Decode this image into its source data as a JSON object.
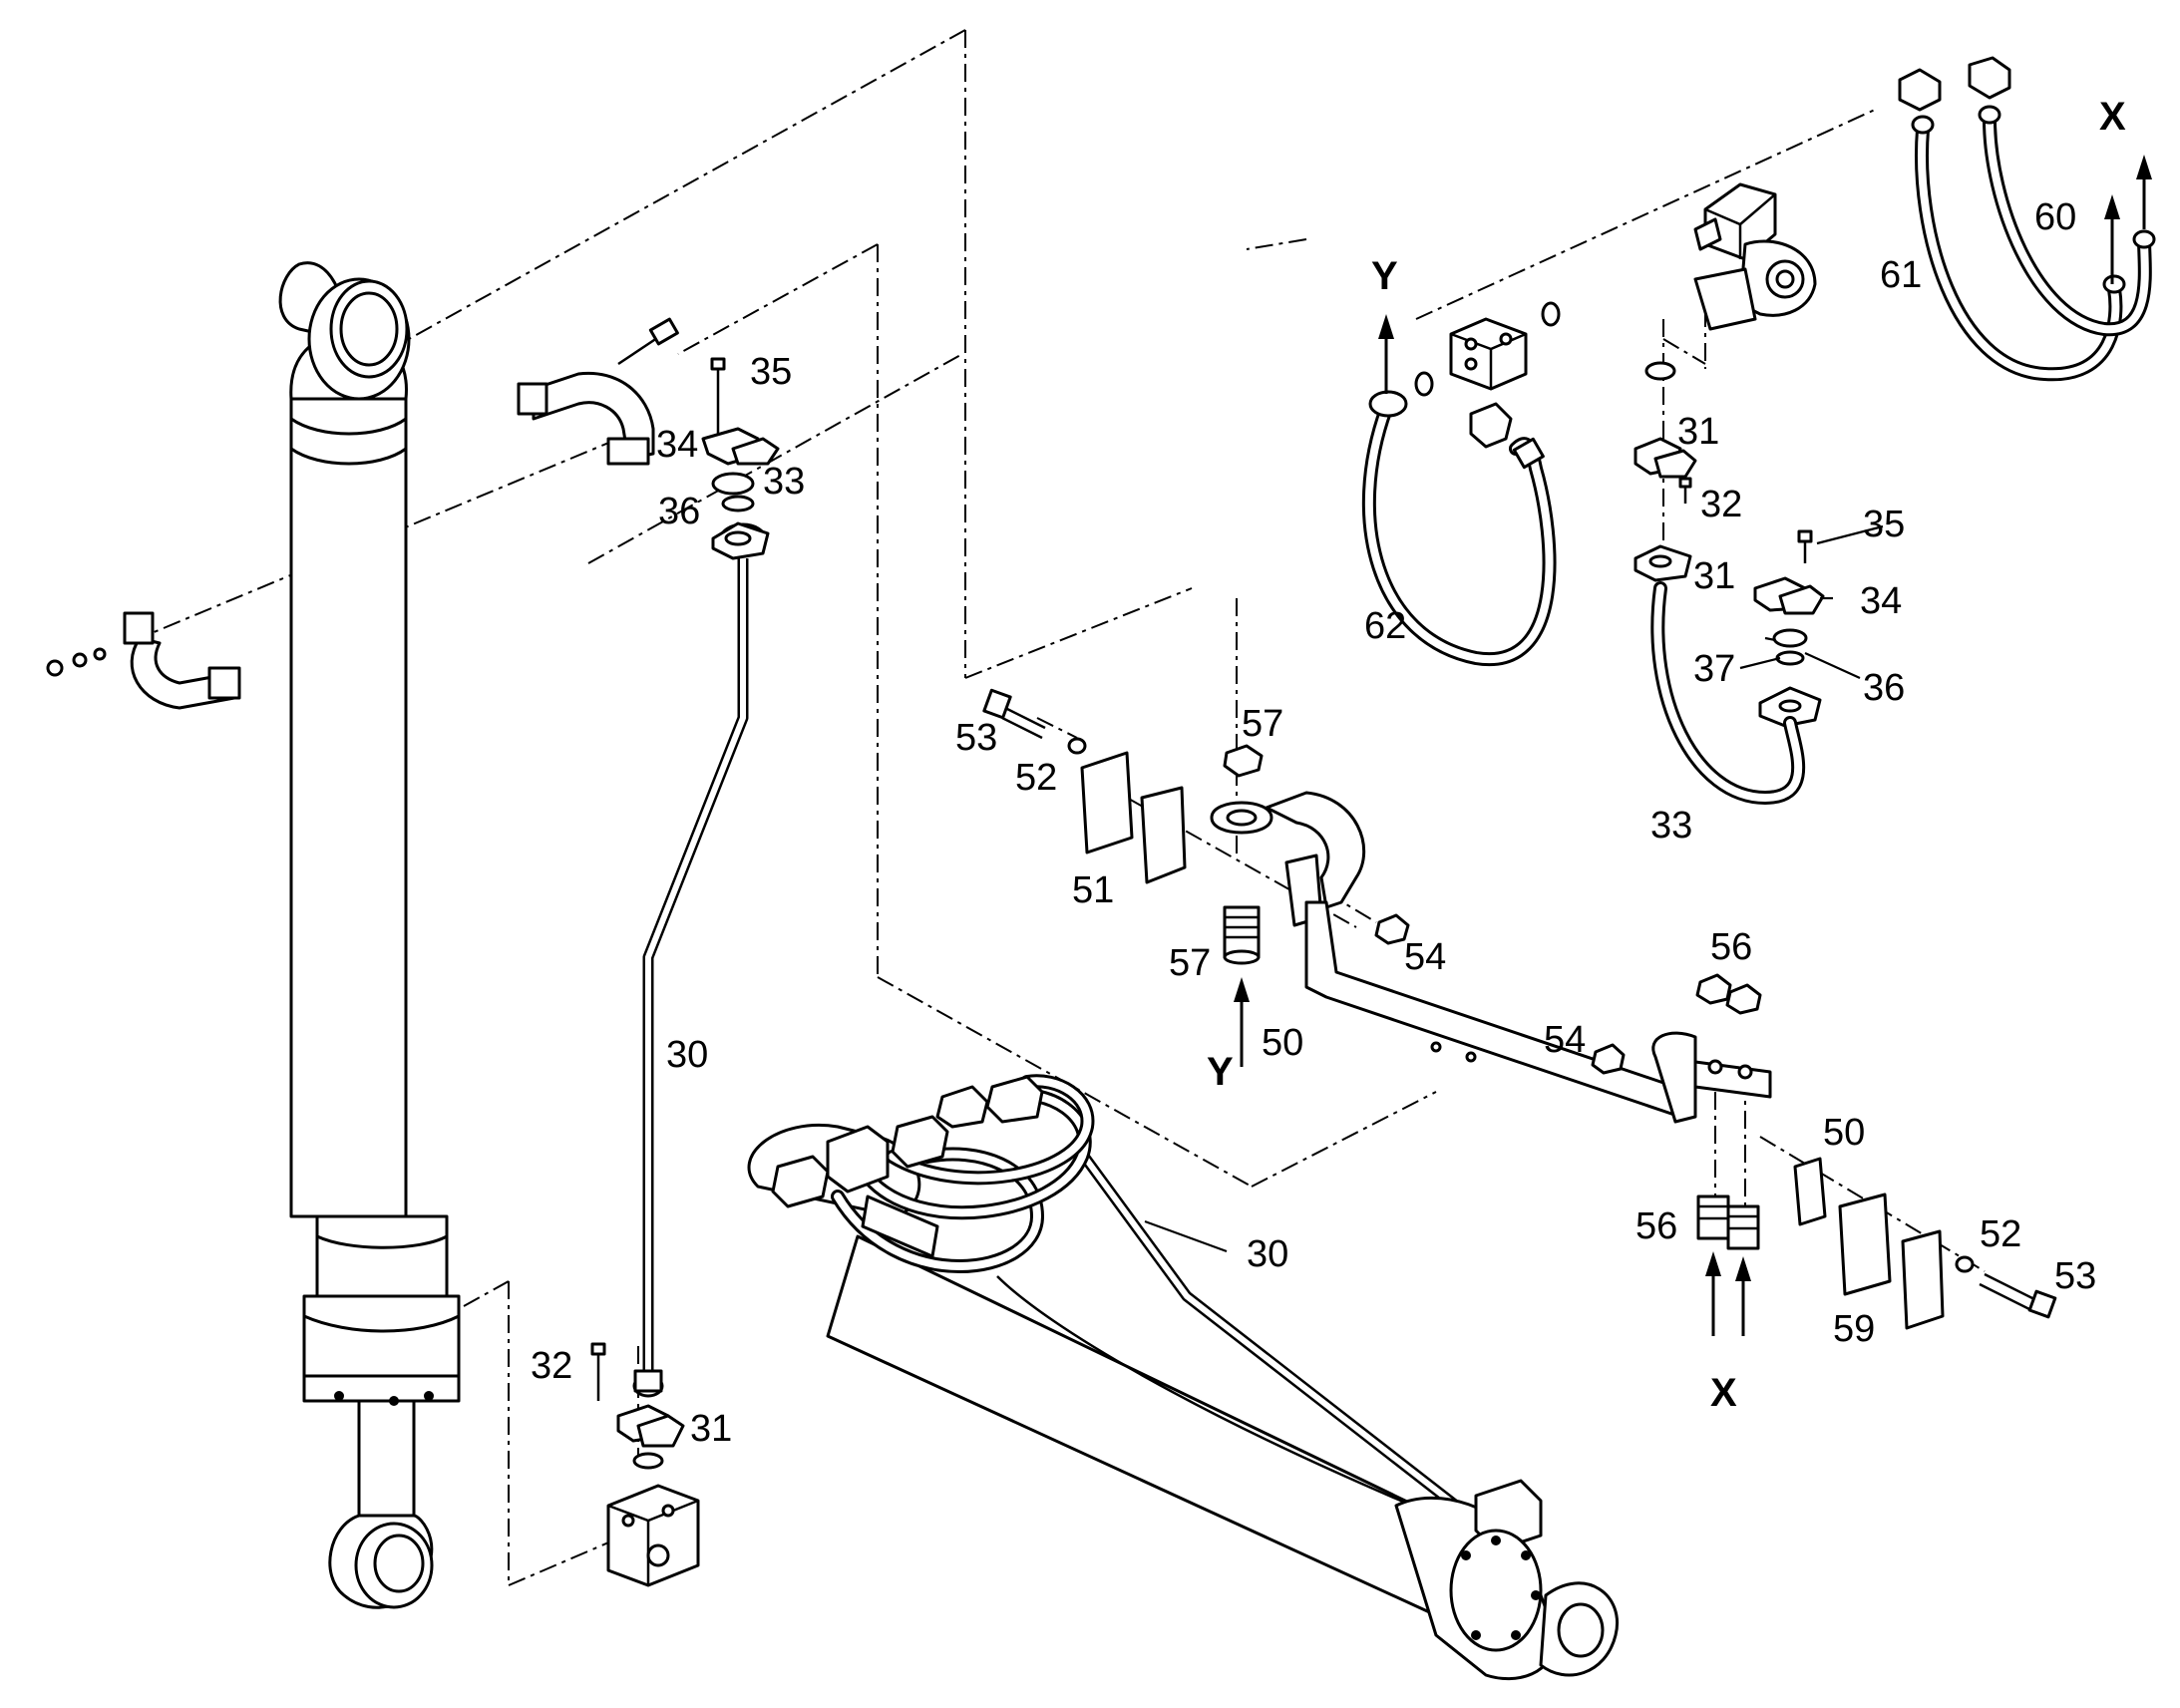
{
  "diagram": {
    "callouts": {
      "c30_left": "30",
      "c30_right": "30",
      "c31_bottom": "31",
      "c31_upper": "31",
      "c31_mid": "31",
      "c32_bottom": "32",
      "c32_upper": "32",
      "c33_left": "33",
      "c33_right": "33",
      "c34_left": "34",
      "c34_right": "34",
      "c35_left": "35",
      "c35_right": "35",
      "c36_left": "36",
      "c36_right": "36",
      "c37": "37",
      "c50_left": "50",
      "c50_right": "50",
      "c51": "51",
      "c52_left": "52",
      "c52_right": "52",
      "c53_left": "53",
      "c53_right": "53",
      "c54_left": "54",
      "c54_right": "54",
      "c56_top": "56",
      "c56_bottom": "56",
      "c57_top": "57",
      "c57_bottom": "57",
      "c59": "59",
      "c60": "60",
      "c61": "61",
      "c62": "62"
    },
    "connection_marks": {
      "x_top": "X",
      "x_bottom": "X",
      "y_top": "Y",
      "y_bottom": "Y"
    }
  }
}
